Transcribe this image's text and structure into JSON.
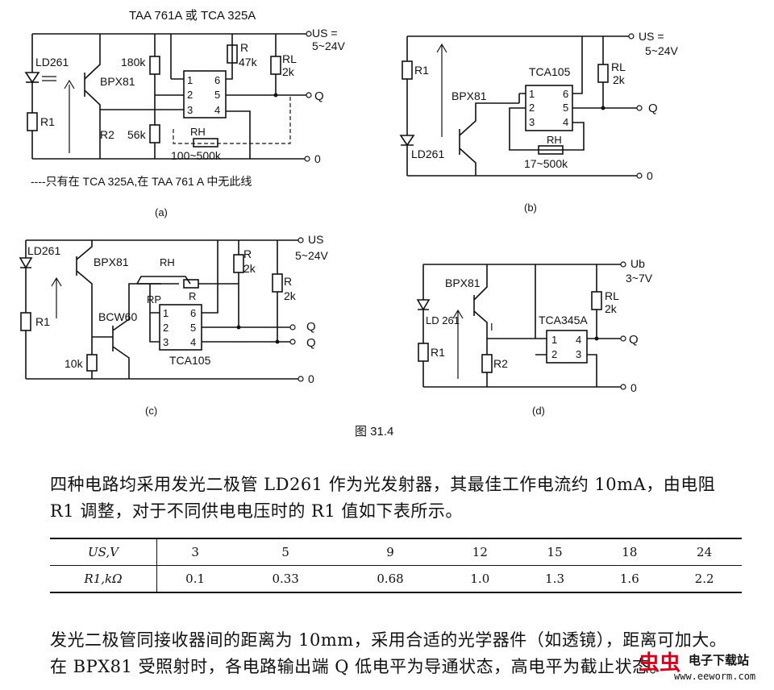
{
  "figure": {
    "title": "TAA 761A 或 TCA 325A",
    "note": "----只有在 TCA 325A,在 TAA 761 A 中无此线",
    "caption": "图 31.4",
    "a": {
      "label": "(a)",
      "led": "LD261",
      "sensor": "BPX81",
      "r1": "R1",
      "r180": "180k",
      "r2": "R2",
      "r2v": "56k",
      "r": "R",
      "rv": "47k",
      "rl": "RL",
      "rlv": "2k",
      "rh": "RH",
      "rhv": "100~500k",
      "us": "US =",
      "usv": "5~24V",
      "q": "Q",
      "zero": "0",
      "pins": [
        "1",
        "2",
        "3",
        "6",
        "5",
        "4"
      ]
    },
    "b": {
      "label": "(b)",
      "led": "LD261",
      "sensor": "BPX81",
      "r1": "R1",
      "ic": "TCA105",
      "rl": "RL",
      "rlv": "2k",
      "rh": "RH",
      "rhv": "17~500k",
      "us": "US =",
      "usv": "5~24V",
      "q": "Q",
      "zero": "0",
      "pins": [
        "1",
        "2",
        "3",
        "6",
        "5",
        "4"
      ]
    },
    "c": {
      "label": "(c)",
      "led": "LD261",
      "sensor": "BPX81",
      "r1": "R1",
      "trans": "BCW60",
      "r10k": "10k",
      "rh": "RH",
      "rp": "RP",
      "r": "R",
      "ic": "TCA105",
      "rr": "R",
      "rrv": "2k",
      "us": "US",
      "usv": "5~24V",
      "q": "Q",
      "zero": "0",
      "pins": [
        "1",
        "2",
        "3",
        "6",
        "5",
        "4"
      ]
    },
    "d": {
      "label": "(d)",
      "led": "LD 261",
      "sensor": "BPX81",
      "r1": "R1",
      "r2": "R2",
      "i": "I",
      "ic": "TCA345A",
      "rl": "RL",
      "rlv": "2k",
      "us": "Ub",
      "usv": "3~7V",
      "q": "Q",
      "zero": "0",
      "pins": [
        "1",
        "2",
        "4",
        "3"
      ]
    }
  },
  "paragraph1": "四种电路均采用发光二极管 LD261 作为光发射器，其最佳工作电流约 10mA，由电阻 R1 调整，对于不同供电电压时的 R1 值如下表所示。",
  "table": {
    "row_headers": [
      "US,V",
      "R1,kΩ"
    ],
    "us_values": [
      "3",
      "5",
      "9",
      "12",
      "15",
      "18",
      "24"
    ],
    "r1_values": [
      "0.1",
      "0.33",
      "0.68",
      "1.0",
      "1.3",
      "1.6",
      "2.2"
    ]
  },
  "paragraph2": "发光二极管同接收器间的距离为 10mm，采用合适的光学器件（如透镜），距离可加大。在 BPX81 受照射时，各电路输出端 Q 低电平为导通状态，高电平为截止状态。",
  "watermark": {
    "logo": "虫虫",
    "name": "电子下载站",
    "url": "www.eeworm.com"
  }
}
